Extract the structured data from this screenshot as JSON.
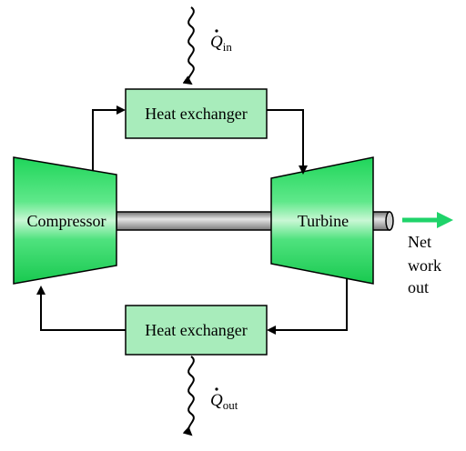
{
  "diagram": {
    "heat_exchanger_top": "Heat exchanger",
    "heat_exchanger_bottom": "Heat exchanger",
    "compressor": "Compressor",
    "turbine": "Turbine",
    "net_work_out": [
      "Net",
      "work",
      "out"
    ],
    "q_in": {
      "symbol": "Q",
      "subscript": "in"
    },
    "q_out": {
      "symbol": "Q",
      "subscript": "out"
    }
  },
  "colors": {
    "component_fill": "#33dd66",
    "component_light": "#b8f2c6",
    "heat_exchanger_fill": "#a8ecbb",
    "shaft": "#9a9a9a",
    "net_work_arrow": "#1fd36a",
    "line": "#000000"
  }
}
